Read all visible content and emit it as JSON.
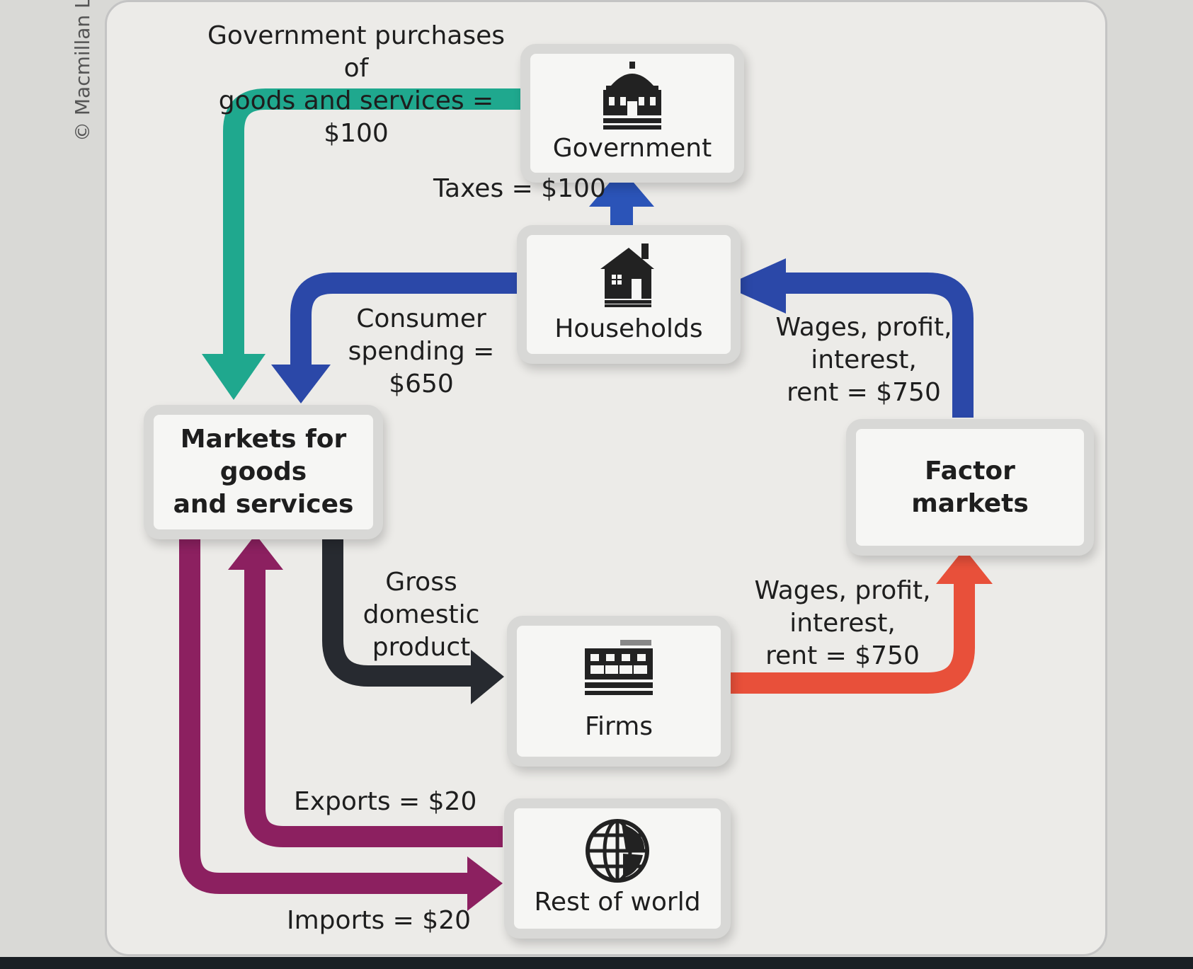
{
  "credit": "© Macmillan Learning",
  "nodes": {
    "government": "Government",
    "households": "Households",
    "markets_goods": "Markets for goods\nand services",
    "factor_markets": "Factor\nmarkets",
    "firms": "Firms",
    "rest_of_world": "Rest of world"
  },
  "flows": {
    "government_purchases": "Government purchases of\ngoods and services = $100",
    "taxes": "Taxes = $100",
    "consumer_spending": "Consumer\nspending = $650",
    "wages_to_households": "Wages, profit,\ninterest,\nrent = $750",
    "gdp": "Gross\ndomestic\nproduct",
    "wages_from_firms": "Wages, profit,\ninterest,\nrent = $750",
    "exports": "Exports = $20",
    "imports": "Imports = $20"
  },
  "icons": {
    "government": "capitol-icon",
    "households": "house-icon",
    "firms": "factory-icon",
    "rest_of_world": "globe-icon"
  },
  "colors": {
    "government_purchases": "#1fa88e",
    "taxes": "#2b54b8",
    "consumer_spending": "#2b48a8",
    "wages_to_households": "#2b48a8",
    "gdp": "#272a30",
    "wages_from_firms": "#e8503a",
    "trade": "#8c2060"
  }
}
